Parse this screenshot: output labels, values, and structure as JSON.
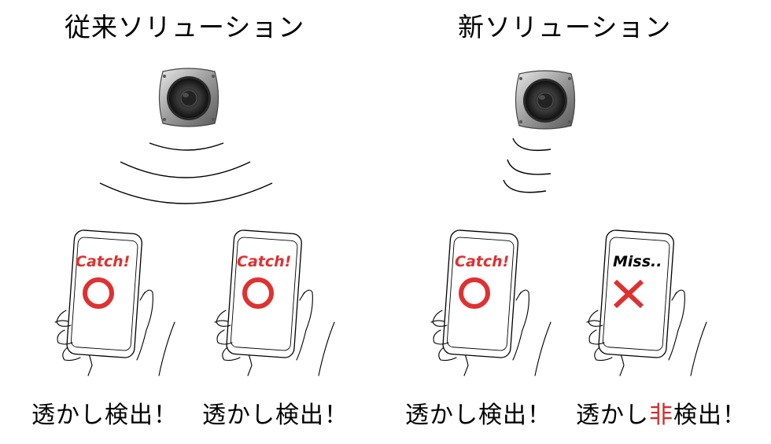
{
  "titles": {
    "old": "従来ソリューション",
    "new": "新ソリューション"
  },
  "phones": [
    {
      "label": "Catch!",
      "symbol": "circle",
      "color": "#e03030"
    },
    {
      "label": "Catch!",
      "symbol": "circle",
      "color": "#e03030"
    },
    {
      "label": "Catch!",
      "symbol": "circle",
      "color": "#e03030"
    },
    {
      "label": "Miss..",
      "symbol": "cross",
      "color": "#e03030"
    }
  ],
  "captions": {
    "detected": "透かし検出！",
    "not_detected_prefix": "透かし",
    "not_detected_neg": "非",
    "not_detected_suffix": "検出！"
  },
  "colors": {
    "accent": "#e03030",
    "negation": "#d42a2a"
  }
}
